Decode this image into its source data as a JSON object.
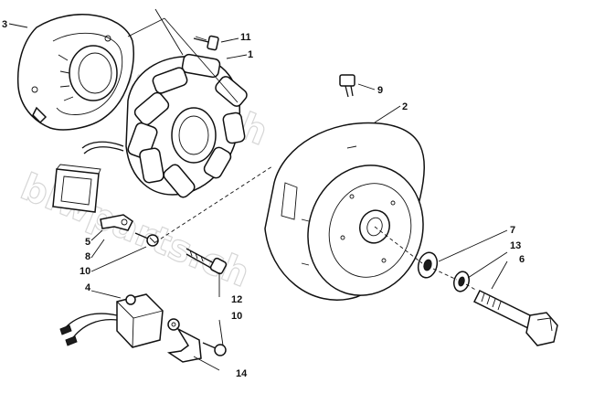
{
  "watermark": {
    "line1": "blwparts.ch",
    "line2": "blwparts.ch"
  },
  "part_labels": {
    "p1": "1",
    "p2": "2",
    "p3": "3",
    "p4": "4",
    "p5": "5",
    "p6": "6",
    "p7": "7",
    "p8": "8",
    "p9": "9",
    "p10a": "10",
    "p10b": "10",
    "p11": "11",
    "p12": "12",
    "p13": "13",
    "p14": "14"
  }
}
